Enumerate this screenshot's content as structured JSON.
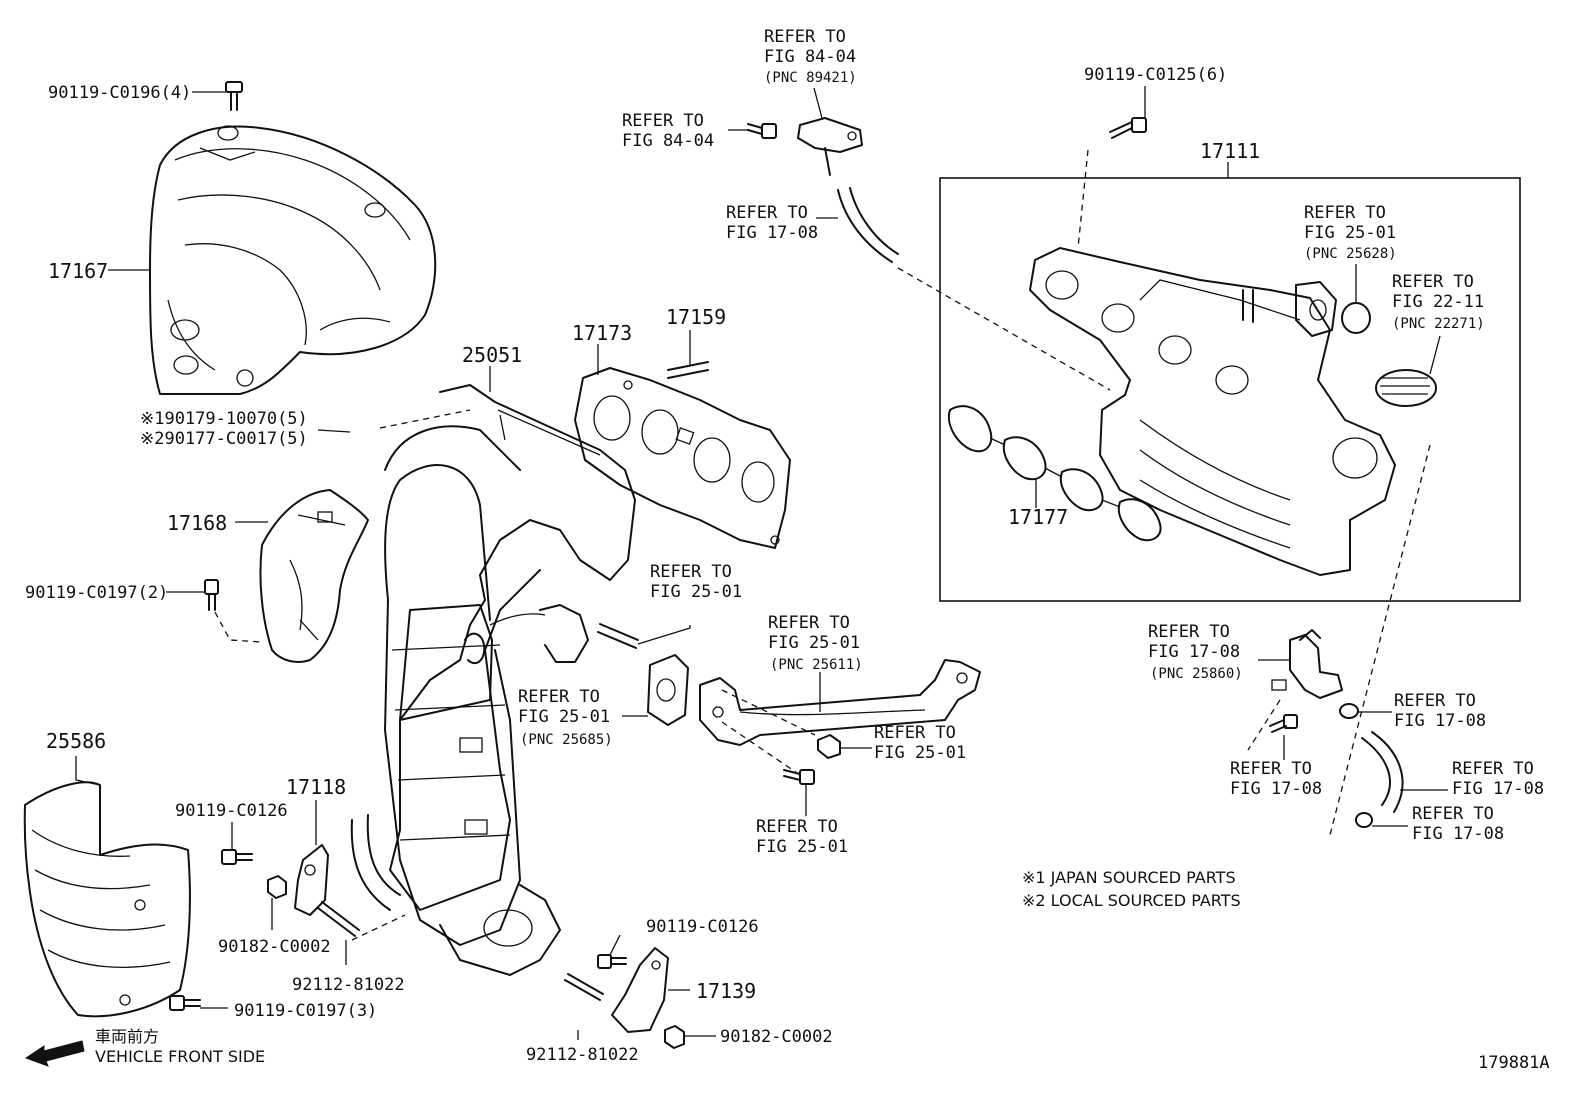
{
  "labels": {
    "p90119_c0196": "90119-C0196(4)",
    "p17167": "17167",
    "p190179": "※190179-10070(5)",
    "p290177": "※290177-C0017(5)",
    "p17168": "17168",
    "p90119_c0197_2": "90119-C0197(2)",
    "p25586": "25586",
    "p90119_c0126_a": "90119-C0126",
    "p17118": "17118",
    "p90182_c0002_a": "90182-C0002",
    "p92112_81022_a": "92112-81022",
    "p90119_c0197_3": "90119-C0197(3)",
    "p25051": "25051",
    "p17173": "17173",
    "p17159": "17159",
    "p90119_c0126_b": "90119-C0126",
    "p17139": "17139",
    "p90182_c0002_b": "90182-C0002",
    "p92112_81022_b": "92112-81022",
    "p90119_c0125": "90119-C0125(6)",
    "p17111": "17111",
    "p17177": "17177"
  },
  "refs": {
    "r1": [
      "REFER TO",
      "FIG 84-04",
      "(PNC 89421)"
    ],
    "r2": [
      "REFER TO",
      "FIG 84-04"
    ],
    "r3": [
      "REFER TO",
      "FIG 17-08"
    ],
    "r4": [
      "REFER TO",
      "FIG 25-01",
      "(PNC 25628)"
    ],
    "r5": [
      "REFER TO",
      "FIG 22-11",
      "(PNC 22271)"
    ],
    "r6": [
      "REFER TO",
      "FIG 25-01"
    ],
    "r7": [
      "REFER TO",
      "FIG 25-01",
      "(PNC 25611)"
    ],
    "r8": [
      "REFER TO",
      "FIG 25-01",
      "(PNC 25685)"
    ],
    "r9": [
      "REFER TO",
      "FIG 25-01"
    ],
    "r10": [
      "REFER TO",
      "FIG 25-01"
    ],
    "r11": [
      "REFER TO",
      "FIG 17-08",
      "(PNC 25860)"
    ],
    "r12": [
      "REFER TO",
      "FIG 17-08"
    ],
    "r13": [
      "REFER TO",
      "FIG 17-08"
    ],
    "r14": [
      "REFER TO",
      "FIG 17-08"
    ],
    "r15": [
      "REFER TO",
      "FIG 17-08"
    ]
  },
  "notes": {
    "n1": "※1 JAPAN SOURCED PARTS",
    "n2": "※2 LOCAL SOURCED PARTS"
  },
  "direction": {
    "jp": "車両前方",
    "en": "VEHICLE FRONT SIDE",
    "icon": "arrow-left-icon"
  },
  "figure_id": "179881A"
}
